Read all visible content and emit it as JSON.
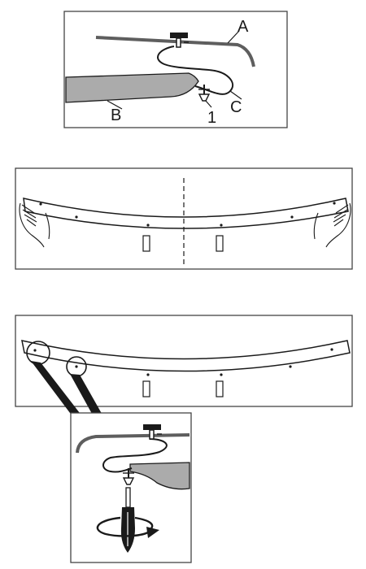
{
  "panels": {
    "detail_top": {
      "labels": {
        "a": "A",
        "b": "B",
        "c": "C",
        "one": "1"
      }
    }
  },
  "colors": {
    "line": "#1a1a1a",
    "bar_gray": "#5e5e5e",
    "visor_fill": "#ababab",
    "frame": "#444444"
  },
  "icons": [
    "hand-left-icon",
    "hand-right-icon",
    "screwdriver-icon",
    "rotate-arrow-icon",
    "mounting-clip-icon",
    "screw-icon"
  ]
}
